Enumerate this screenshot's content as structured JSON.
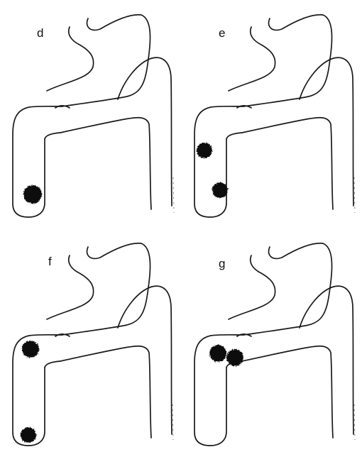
{
  "panels": [
    {
      "label": "d",
      "lesions": [
        {
          "site": "distal-limb"
        }
      ]
    },
    {
      "label": "e",
      "lesions": [
        {
          "site": "mid-limb"
        },
        {
          "site": "lower-limb"
        }
      ]
    },
    {
      "label": "f",
      "lesions": [
        {
          "site": "upper-corner"
        },
        {
          "site": "distal-limb"
        }
      ]
    },
    {
      "label": "g",
      "lesions": [
        {
          "site": "upper-corner"
        },
        {
          "site": "upper-corner-adjacent"
        }
      ]
    }
  ],
  "colors": {
    "outline": "#1a1a1a",
    "lesion": "#0d0d0d",
    "background": "#ffffff"
  }
}
